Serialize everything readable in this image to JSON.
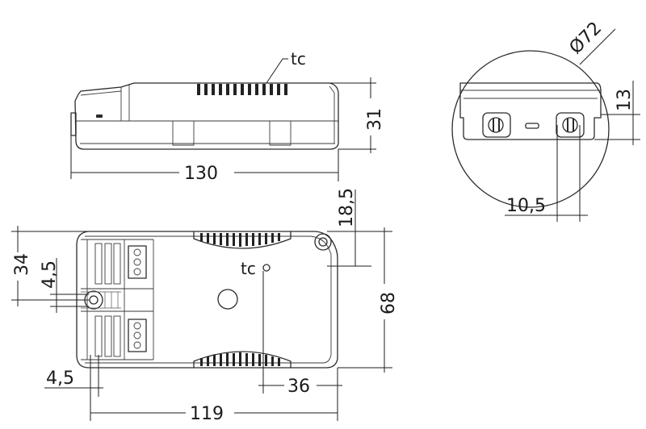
{
  "drawing": {
    "labels": {
      "tc_top": "tc",
      "tc_bottom": "tc",
      "width_side": "130",
      "height_side": "31",
      "diameter_detail": "Ø72",
      "detail_height": "13",
      "detail_spacing": "10,5",
      "offset_top": "18,5",
      "offset_left": "34",
      "mount_left": "4,5",
      "mount_bottom": "4,5",
      "height_front": "68",
      "tc_offset": "36",
      "length_front": "119"
    }
  }
}
